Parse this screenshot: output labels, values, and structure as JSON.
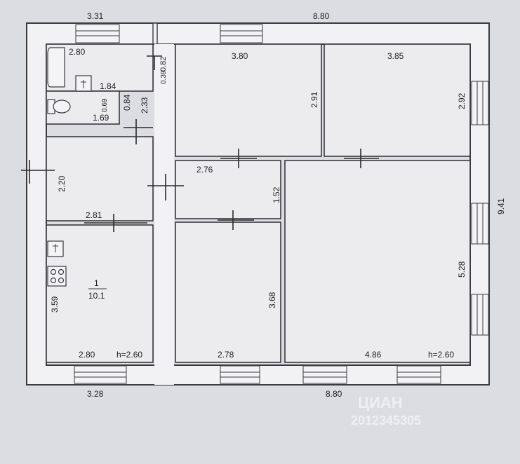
{
  "labels": {
    "top_left_width": "3.31",
    "top_total_width": "8.80",
    "bathroom_width": "2.80",
    "toilet_width": "1.84",
    "toilet_depth": "0.84",
    "toilet_small_a": "0.69",
    "toilet_small_b": "1.69",
    "bath_depth": "2.33",
    "bath_small_a": "0.82",
    "bath_small_b": "0.39",
    "room_top_mid_width": "3.80",
    "room_top_mid_depth": "2.91",
    "room_top_right_width": "3.85",
    "room_top_right_depth": "2.92",
    "right_total_depth": "9.41",
    "hall_depth": "2.20",
    "hall_width": "2.81",
    "corridor_width": "2.76",
    "corridor_depth": "1.52",
    "kitchen_number": "1",
    "kitchen_area": "10.1",
    "kitchen_depth": "3.59",
    "kitchen_width": "2.80",
    "kitchen_height": "h=2.60",
    "room_mid_depth": "3.68",
    "room_mid_width": "2.78",
    "big_room_width": "4.86",
    "big_room_height": "h=2.60",
    "big_room_depth": "5.28",
    "bottom_left_width": "3.28",
    "bottom_total_width": "8.80"
  },
  "watermark": {
    "line1": "ЦИАН",
    "line2": "2012345305"
  }
}
